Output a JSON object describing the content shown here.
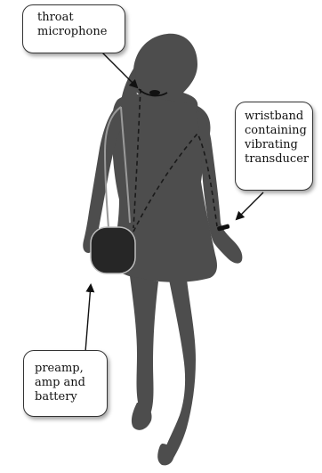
{
  "callouts": {
    "throat_microphone": {
      "lines": [
        "throat",
        "microphone"
      ]
    },
    "wristband": {
      "lines": [
        "wristband",
        "containing",
        "vibrating",
        "transducer"
      ]
    },
    "preamp": {
      "lines": [
        "preamp,",
        "amp and",
        "battery"
      ]
    }
  },
  "colors": {
    "silhouette": "#4d4d4d",
    "bag": "#262626",
    "cable": "#1a1a1a",
    "callout_border": "#333333",
    "arrow": "#111111"
  }
}
